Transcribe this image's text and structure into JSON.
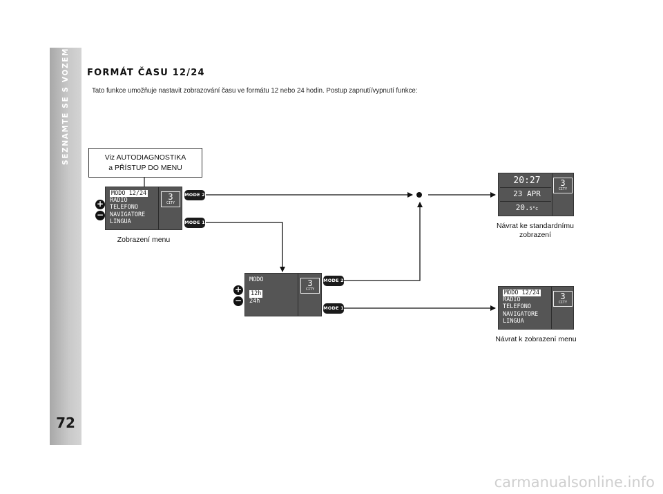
{
  "sidebar": {
    "section_title": "SEZNAMTE SE S VOZEM",
    "page_number": "72"
  },
  "heading": "FORMÁT ČASU 12/24",
  "intro": "Tato funkce umožňuje nastavit zobrazování času ve formátu 12 nebo 24 hodin. Postup zapnutí/vypnutí funkce:",
  "callout": {
    "line1": "Viz AUTODIAGNOSTIKA",
    "line2": "a PŘÍSTUP DO MENU"
  },
  "buttons": {
    "mode1": "MODE 1",
    "mode2": "MODE 2",
    "plus": "+",
    "minus": "−"
  },
  "menu_display": {
    "items": [
      "MODO 12/24",
      "RADIO",
      "TELEFONO",
      "NAVIGATORE",
      "LINGUA"
    ],
    "city_number": "3",
    "city_label": "CITY",
    "caption": "Zobrazení menu"
  },
  "modo_display": {
    "title": "MODO",
    "options": [
      "12h",
      "24h"
    ],
    "selected": "12h",
    "city_number": "3",
    "city_label": "CITY"
  },
  "standard_display": {
    "time": "20:27",
    "date": "23 APR",
    "temp": "20.",
    "temp_unit": "5°c",
    "city_number": "3",
    "city_label": "CITY",
    "caption_line1": "Návrat ke standardnímu",
    "caption_line2": "zobrazení"
  },
  "return_menu_display": {
    "items": [
      "MODO 12/24",
      "RADIO",
      "TELEFONO",
      "NAVIGATORE",
      "LINGUA"
    ],
    "city_number": "3",
    "city_label": "CITY",
    "caption": "Návrat k zobrazení menu"
  },
  "colors": {
    "lcd": "#555555",
    "sidebar": "#c0c0c0",
    "button": "#1a1a1a"
  },
  "watermark": "carmanualsonline.info"
}
